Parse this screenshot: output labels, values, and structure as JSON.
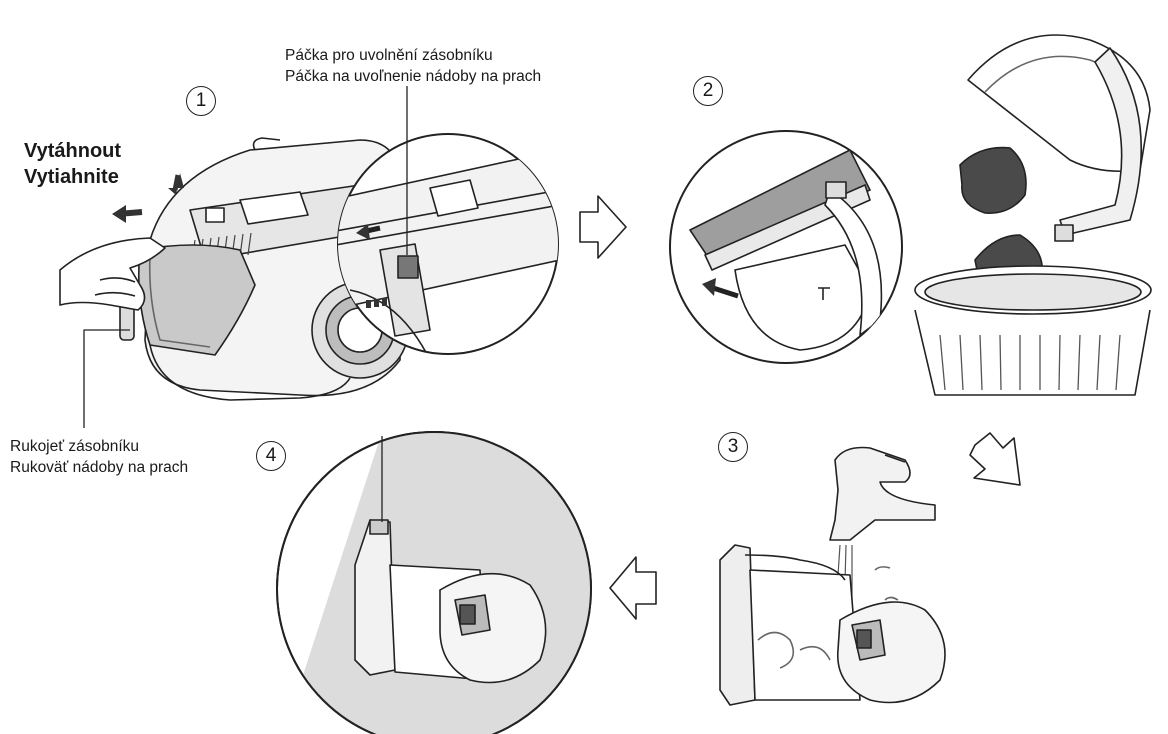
{
  "labels": {
    "release_lever": [
      "Páčka pro uvolnění zásobníku",
      "Páčka na uvoľnenie nádoby na prach"
    ],
    "pull_out": [
      "Vytáhnout",
      "Vytiahnite"
    ],
    "bin_handle": [
      "Rukojeť zásobníku",
      "Rukoväť nádoby na prach"
    ]
  },
  "steps": [
    "1",
    "2",
    "3",
    "4"
  ],
  "colors": {
    "line": "#222222",
    "grey_light": "#d9d9d9",
    "grey_mid": "#9a9a9a",
    "grey_dark": "#555555"
  }
}
